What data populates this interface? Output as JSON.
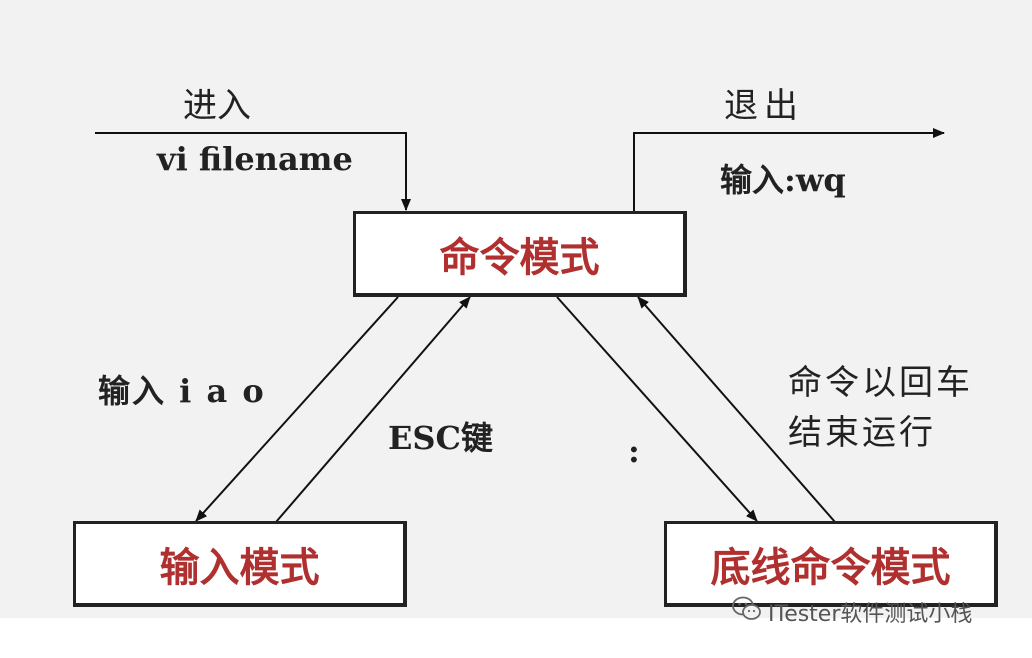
{
  "modes": {
    "command": "命令模式",
    "insert": "输入模式",
    "lastline": "底线命令模式"
  },
  "labels": {
    "enter": "进入",
    "vi_filename": "vi filename",
    "exit": "退出",
    "input_wq": "输入:wq",
    "input_iao": "输入 i a o",
    "esc_key": "ESC键",
    "colon": ":",
    "cmd_enter_line1": "命令以回车",
    "cmd_enter_line2": "结束运行"
  },
  "watermark": {
    "icon": "wechat-icon",
    "text": "ITester软件测试小栈"
  },
  "colors": {
    "mode_text": "#b03030",
    "background": "#f2f2f2"
  }
}
